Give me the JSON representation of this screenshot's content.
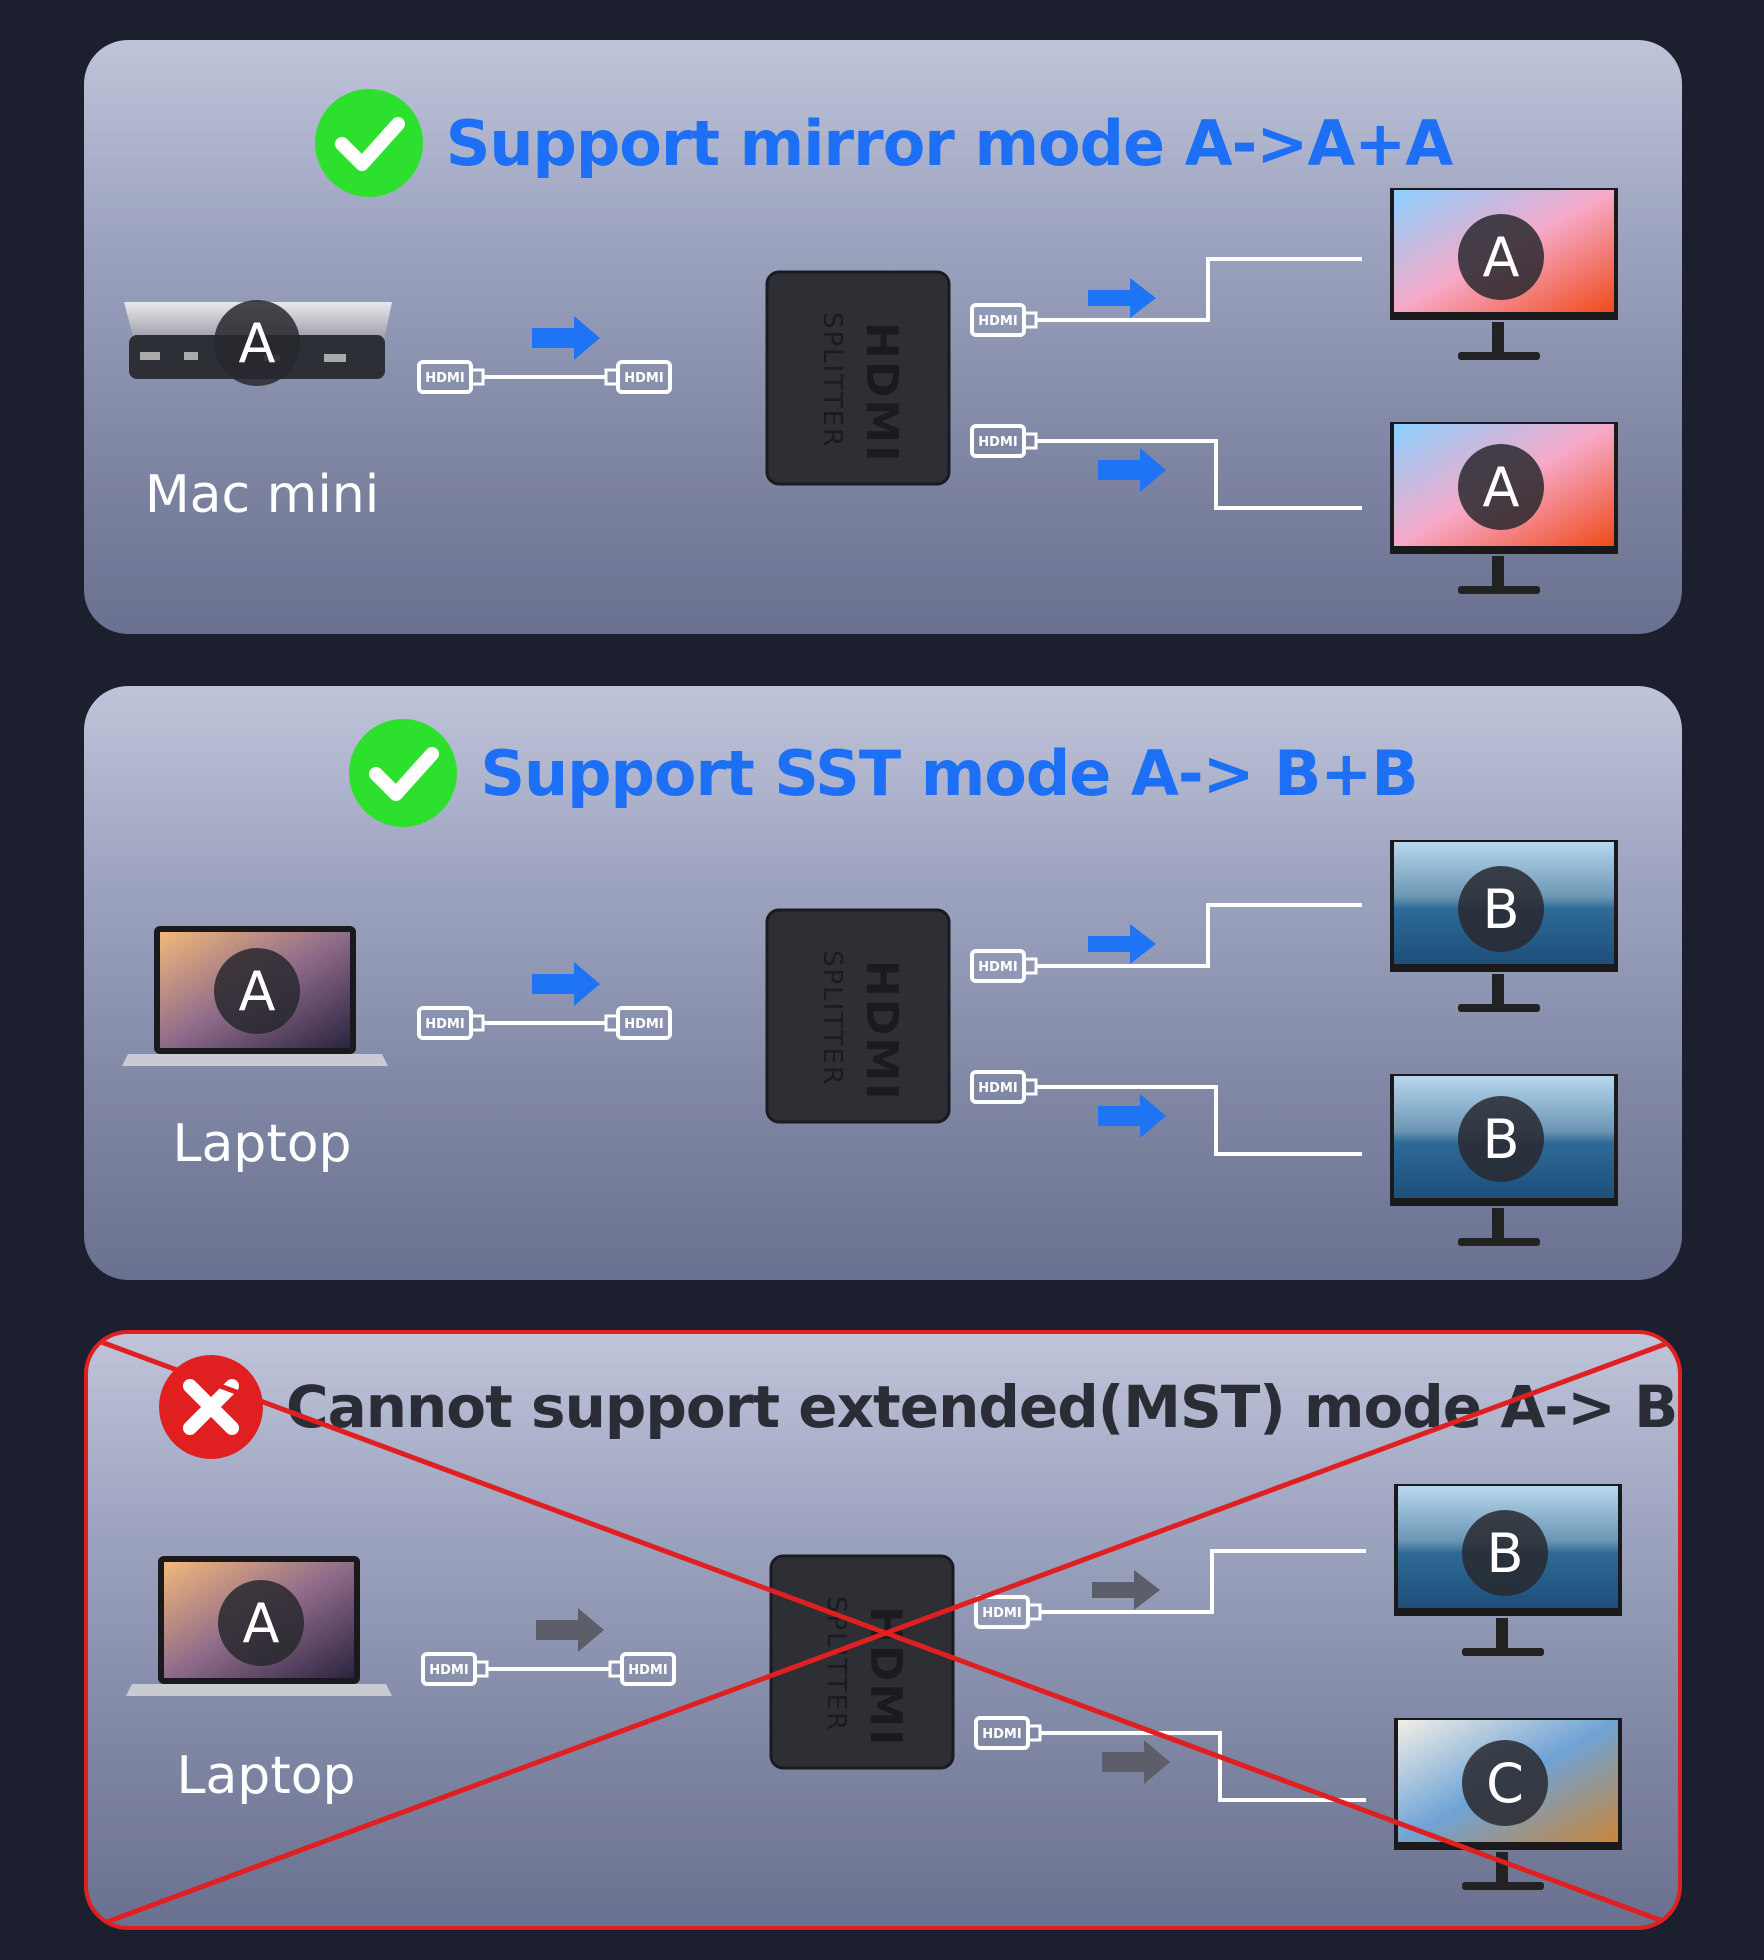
{
  "panels": [
    {
      "title": "Support mirror mode A->A+A",
      "status": "supported",
      "source": {
        "name": "Mac mini",
        "label": "A"
      },
      "splitter": {
        "brand": "HDMI",
        "text": "SPLITTER"
      },
      "connector_text": "HDMI",
      "outputs": [
        {
          "label": "A"
        },
        {
          "label": "A"
        }
      ]
    },
    {
      "title": "Support SST mode A-> B+B",
      "status": "supported",
      "source": {
        "name": "Laptop",
        "label": "A"
      },
      "splitter": {
        "brand": "HDMI",
        "text": "SPLITTER"
      },
      "connector_text": "HDMI",
      "outputs": [
        {
          "label": "B"
        },
        {
          "label": "B"
        }
      ]
    },
    {
      "title": "Cannot support extended(MST) mode A-> B+C",
      "status": "unsupported",
      "source": {
        "name": "Laptop",
        "label": "A"
      },
      "splitter": {
        "brand": "HDMI",
        "text": "SPLITTER"
      },
      "connector_text": "HDMI",
      "outputs": [
        {
          "label": "B"
        },
        {
          "label": "C"
        }
      ]
    }
  ],
  "colors": {
    "supported_title": "#1d6ff5",
    "unsupported_title": "#2b2d36",
    "check_green": "#2ee02e",
    "cross_red": "#e02020",
    "arrow_blue": "#1e74f5",
    "arrow_gray": "#5c5f6a"
  },
  "icons": [
    "check-circle-icon",
    "cross-circle-icon",
    "arrow-right-icon",
    "hdmi-connector-icon",
    "monitor-icon",
    "laptop-icon",
    "mac-mini-icon"
  ]
}
